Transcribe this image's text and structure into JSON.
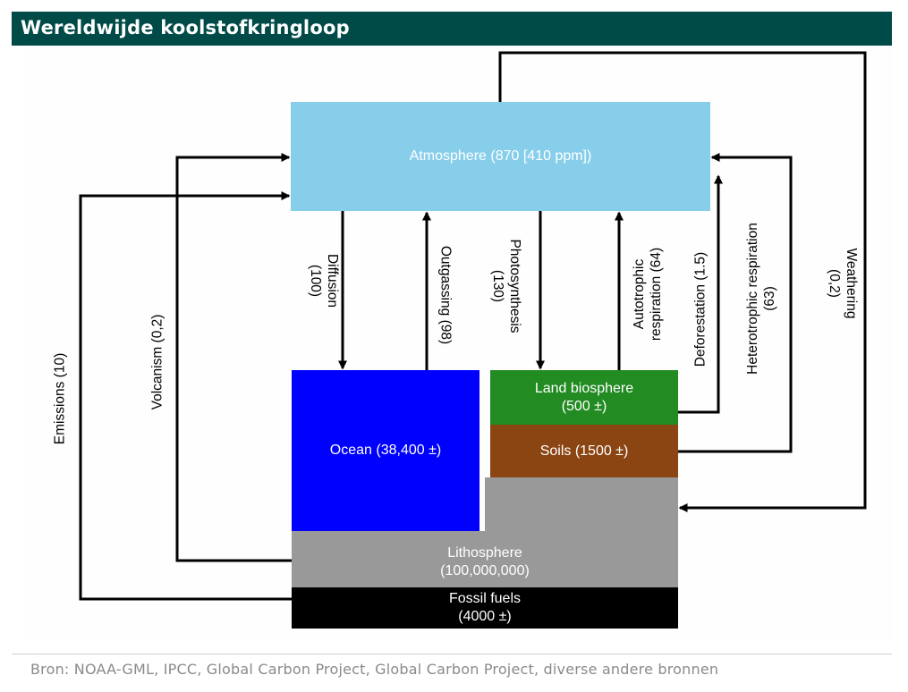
{
  "header": {
    "title": "Wereldwijde koolstofkringloop"
  },
  "reservoirs": {
    "atmosphere": {
      "label": "Atmosphere (870 [410 ppm])",
      "color": "#87ceeb"
    },
    "ocean": {
      "label": "Ocean (38,400 ±)",
      "color": "#0000ff"
    },
    "land_biosphere": {
      "line1": "Land biosphere",
      "line2": "(500 ±)",
      "color": "#228b22"
    },
    "soils": {
      "label": "Soils (1500 ±)",
      "color": "#8b4513"
    },
    "lithosphere": {
      "line1": "Lithosphere",
      "line2": "(100,000,000)",
      "color": "#999999"
    },
    "fossil_fuels": {
      "line1": "Fossil fuels",
      "line2": "(4000 ±)",
      "color": "#000000"
    }
  },
  "fluxes": {
    "diffusion": {
      "line1": "Diffusion",
      "line2": "(100)"
    },
    "outgassing": {
      "label": "Outgassing (98)"
    },
    "photosynthesis": {
      "line1": "Photosynthesis",
      "line2": "(130)"
    },
    "autotrophic": {
      "line1": "Autotrophic",
      "line2": "respiration (64)"
    },
    "deforestation": {
      "label": "Deforestation (1.5)"
    },
    "heterotrophic": {
      "line1": "Heterotrophic respiration",
      "line2": "(63)"
    },
    "weathering": {
      "line1": "Weathering",
      "line2": "(0,2)"
    },
    "volcanism": {
      "label": "Volcanism (0,2)"
    },
    "emissions": {
      "label": "Emissions (10)"
    }
  },
  "footer": {
    "source": "Bron: NOAA-GML, IPCC, Global Carbon Project, Global Carbon Project,  diverse andere bronnen"
  }
}
